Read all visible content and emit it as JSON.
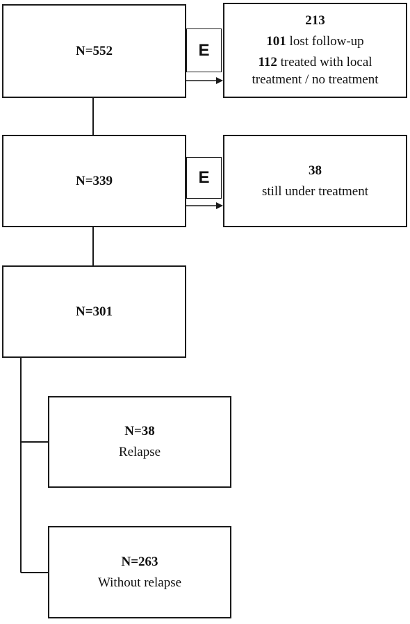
{
  "flow": {
    "box_total": {
      "label": "N=552"
    },
    "box_after_first_exclusion": {
      "label": "N=339"
    },
    "box_analyzed": {
      "label": "N=301"
    },
    "exclusion_1": {
      "marker": "E",
      "total": "213",
      "lost_count": "101",
      "lost_text": "lost follow-up",
      "local_count": "112",
      "local_text_1": "treated with local",
      "local_text_2": "treatment / no treatment"
    },
    "exclusion_2": {
      "marker": "E",
      "count": "38",
      "text": "still under treatment"
    },
    "outcome_relapse": {
      "label": "N=38",
      "text": "Relapse"
    },
    "outcome_no_relapse": {
      "label": "N=263",
      "text": "Without relapse"
    }
  }
}
